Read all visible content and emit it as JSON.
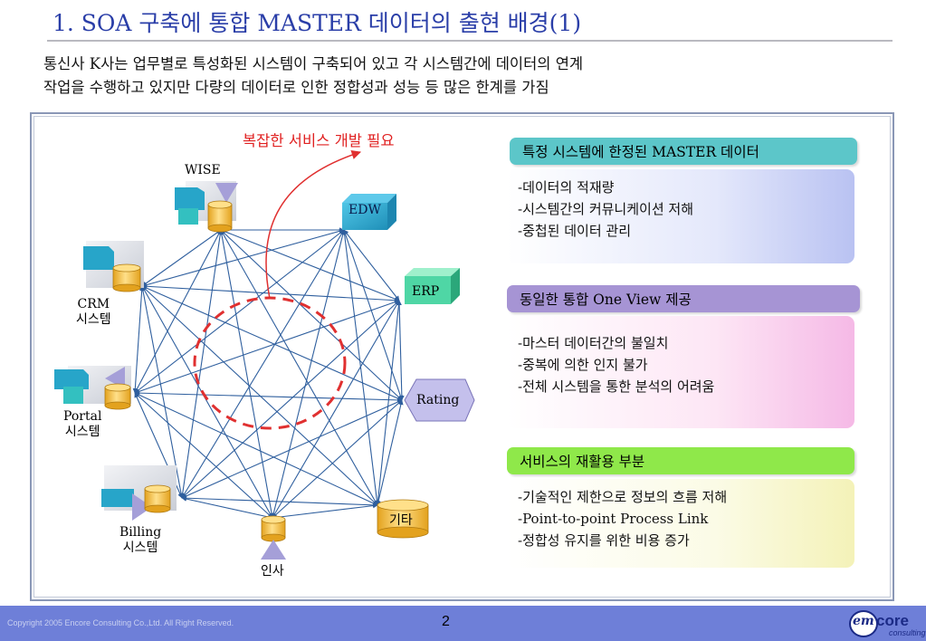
{
  "slide": {
    "title": "1. SOA 구축에 통합 MASTER 데이터의 출현 배경(1)",
    "intro_lines": [
      "통신사 K사는 업무별로 특성화된 시스템이 구축되어 있고 각 시스템간에 데이터의 연계",
      "작업을 수행하고 있지만 다량의 데이터로 인한 정합성과 성능 등 많은 한계를 가짐"
    ]
  },
  "diagram": {
    "annotation": "복잡한 서비스 개발 필요",
    "nodes": {
      "wise": "WISE",
      "edw": "EDW",
      "erp": "ERP",
      "rating": "Rating",
      "other": "기타",
      "hr": "인사",
      "billing": [
        "Billing",
        "시스템"
      ],
      "portal": [
        "Portal",
        "시스템"
      ],
      "crm": [
        "CRM",
        "시스템"
      ]
    },
    "colors": {
      "edge": "#2f5f9e",
      "circle": "#e03030",
      "cylinder": "#f6c344",
      "teal": "#27a5c9",
      "lavender": "#a59fd8"
    }
  },
  "panels": [
    {
      "header": "특정 시스템에 한정된 MASTER 데이터",
      "header_color": "#5cc6c9",
      "items": [
        "-데이터의 적재량",
        "-시스템간의 커뮤니케이션 저해",
        "-중첩된 데이터 관리"
      ]
    },
    {
      "header": "동일한 통합 One View 제공",
      "header_color": "#a694d4",
      "items": [
        "-마스터 데이터간의 불일치",
        "-중복에 의한 인지 불가",
        "-전체 시스템을 통한 분석의 어려움"
      ]
    },
    {
      "header": "서비스의 재활용 부분",
      "header_color": "#8fe84a",
      "items": [
        "-기술적인 제한으로 정보의 흐름 저해",
        "-Point-to-point Process Link",
        "-정합성 유지를 위한 비용 증가"
      ]
    }
  ],
  "footer": {
    "copyright": "Copyright 2005 Encore Consulting Co.,Ltd. All Right Reserved.",
    "page": "2",
    "logo": {
      "em": "em",
      "core": "core",
      "consulting": "consulting"
    }
  }
}
